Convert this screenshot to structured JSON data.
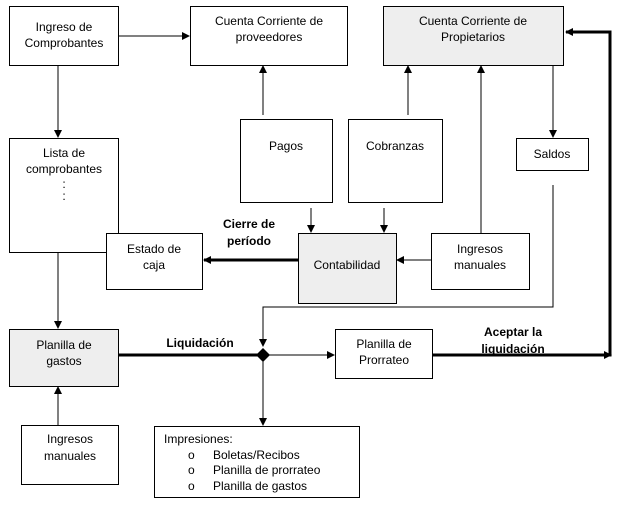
{
  "nodes": {
    "ingreso_comprobantes": [
      "Ingreso de",
      "Comprobantes"
    ],
    "cc_proveedores": [
      "Cuenta Corriente de",
      "proveedores"
    ],
    "cc_propietarios": [
      "Cuenta Corriente de",
      "Propietarios"
    ],
    "lista_comprobantes": [
      "Lista de",
      "comprobantes",
      ":",
      ":"
    ],
    "pagos": "Pagos",
    "cobranzas": "Cobranzas",
    "saldos": "Saldos",
    "estado_caja": [
      "Estado de",
      "caja"
    ],
    "contabilidad": "Contabilidad",
    "ingresos_manuales_right": [
      "Ingresos",
      "manuales"
    ],
    "planilla_gastos": [
      "Planilla de",
      "gastos"
    ],
    "planilla_prorrateo": [
      "Planilla de",
      "Prorrateo"
    ],
    "ingresos_manuales_bottom": [
      "Ingresos",
      "manuales"
    ],
    "impresiones": {
      "title": "Impresiones:",
      "bullet": "o",
      "items": [
        "Boletas/Recibos",
        "Planilla de prorrateo",
        "Planilla de gastos"
      ]
    }
  },
  "edge_labels": {
    "cierre": [
      "Cierre de",
      "período"
    ],
    "liquidacion": "Liquidación",
    "aceptar": [
      "Aceptar la",
      "liquidación"
    ]
  },
  "colors": {
    "highlight": "#eeeeee"
  }
}
